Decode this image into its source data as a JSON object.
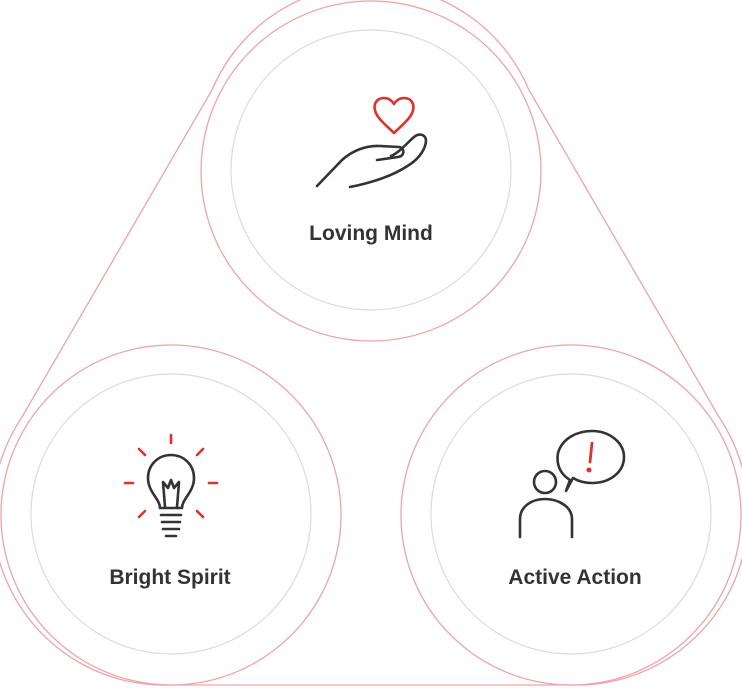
{
  "nodes": [
    {
      "id": "loving-mind",
      "label": "Loving Mind",
      "icon": "heart-in-hand-icon"
    },
    {
      "id": "bright-spirit",
      "label": "Bright Spirit",
      "icon": "lightbulb-icon"
    },
    {
      "id": "active-action",
      "label": "Active Action",
      "icon": "person-speech-bubble-icon"
    }
  ],
  "colors": {
    "accent": "#e0312b",
    "outline": "#f0a3a6",
    "inner_circle": "#dcdcdc",
    "icon_stroke": "#333333",
    "text": "#333333"
  }
}
